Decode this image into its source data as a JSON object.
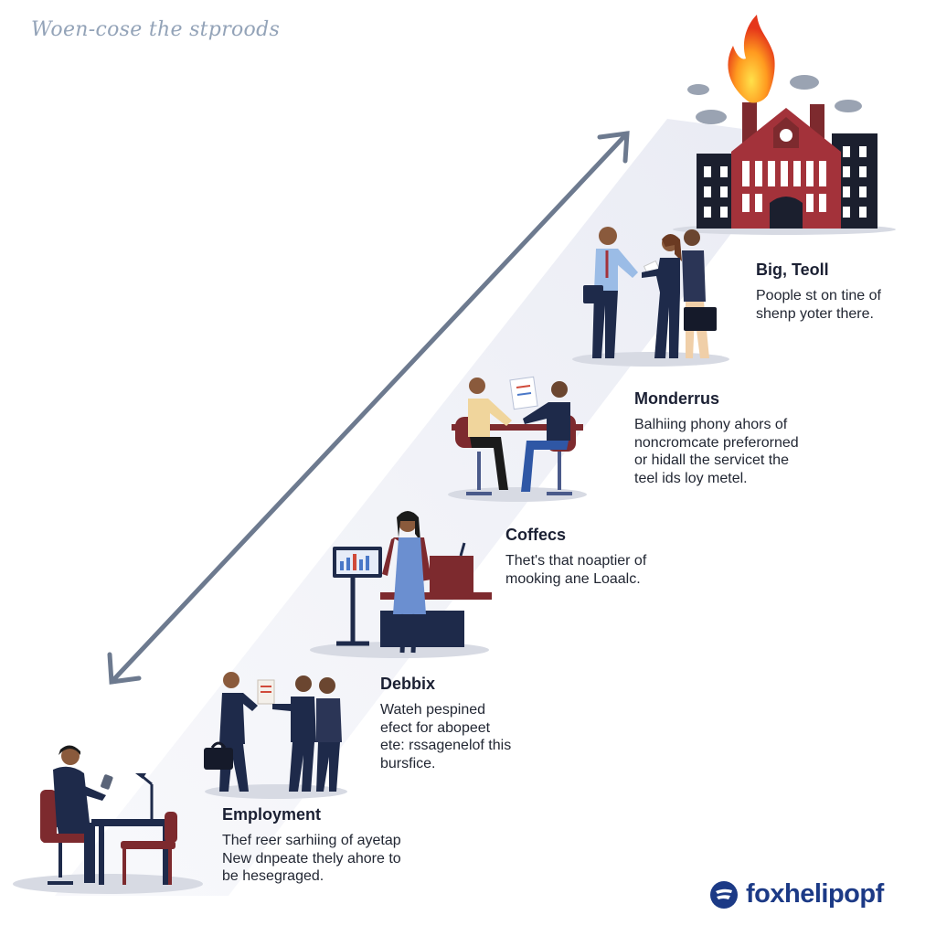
{
  "header": {
    "text": "Woen-cose the stproods"
  },
  "steps": [
    {
      "title": "Employment",
      "description": "Thef reer sarhiing of ayetap\nNew dnpeate thely ahore to\nbe hesegraged."
    },
    {
      "title": "Debbix",
      "description": "Wateh pespined\nefect for abopeet\nete: rssagenelof this\nbursfice."
    },
    {
      "title": "Coffecs",
      "description": "Thet's that noaptier of\nmooking ane Loaalc."
    },
    {
      "title": "Monderrus",
      "description": "Balhiing phony ahors of\nnoncromcate preferorned\nor hidall the servicet the\nteel ids loy metel."
    },
    {
      "title": "Big, Teoll",
      "description": "Poople st on tine of\nshenp yoter there."
    }
  ],
  "brand": {
    "name": "foxhelipopf"
  },
  "colors": {
    "navy": "#1e2a4a",
    "maroon": "#7d2a2e",
    "brick": "#a3323a",
    "arrow": "#6d7a8f",
    "brand_blue": "#1c3a86",
    "flame": "#f25a1e"
  }
}
